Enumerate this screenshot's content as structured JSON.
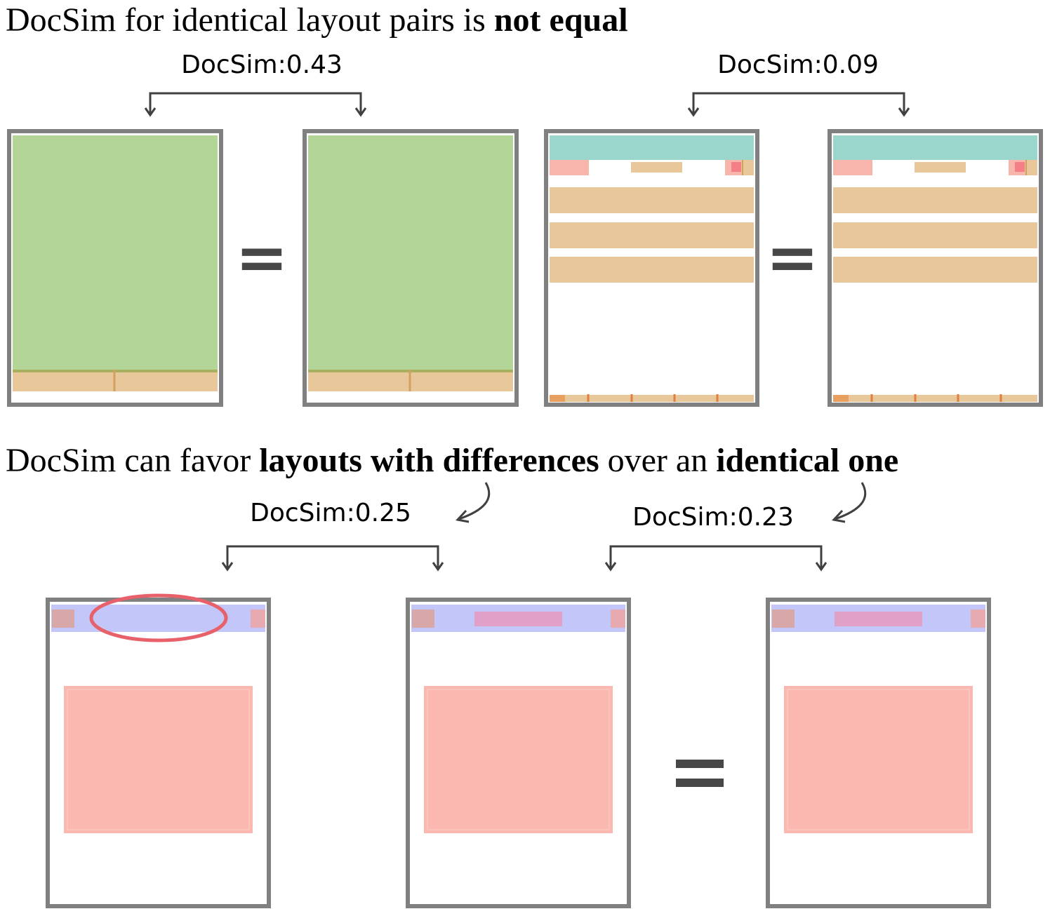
{
  "section1": {
    "heading_normal": "DocSim for identical layout pairs is ",
    "heading_bold": "not equal",
    "pairs": [
      {
        "label": "DocSim:0.43"
      },
      {
        "label": "DocSim:0.09"
      }
    ]
  },
  "section2": {
    "heading_part1": "DocSim can favor ",
    "heading_bold1": "layouts with differences",
    "heading_part2": " over an ",
    "heading_bold2": "identical one",
    "pairs": [
      {
        "label": "DocSim:0.25"
      },
      {
        "label": "DocSim:0.23"
      }
    ]
  },
  "colors": {
    "frame": "#808080",
    "figure": "#b3d698",
    "text_block": "#e8c89a",
    "text_border": "#d4a060",
    "table_header": "#9bd6cc",
    "title_block": "#f8b5ac",
    "header_band": "#c3c6f8",
    "header_title": "#e0a0c8",
    "header_logo": "#e6aab0",
    "highlight_ellipse": "#e8616a",
    "equal_sign": "#474747",
    "connector": "#404040"
  }
}
